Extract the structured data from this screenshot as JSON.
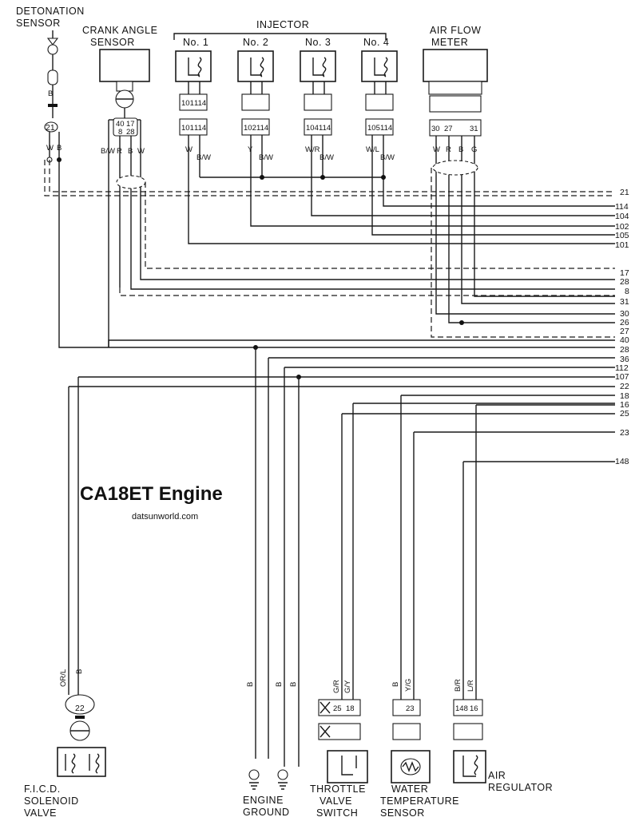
{
  "title": "CA18ET Engine",
  "website": "datsunworld.com",
  "components": {
    "detonation_sensor": [
      "DETONATION",
      "SENSOR"
    ],
    "crank_angle_sensor": [
      "CRANK ANGLE",
      "SENSOR"
    ],
    "injector": "INJECTOR",
    "injector_numbers": [
      "No. 1",
      "No. 2",
      "No. 3",
      "No. 4"
    ],
    "air_flow_meter": [
      "AIR FLOW",
      "METER"
    ],
    "ficd_solenoid_valve": [
      "F.I.C.D.",
      "SOLENOID",
      "VALVE"
    ],
    "engine_ground": [
      "ENGINE",
      "GROUND"
    ],
    "throttle_valve_switch": [
      "THROTTLE",
      "VALVE",
      "SWITCH"
    ],
    "water_temperature_sensor": [
      "WATER",
      "TEMPERATURE",
      "SENSOR"
    ],
    "air_regulator": [
      "AIR",
      "REGULATOR"
    ]
  },
  "connector_pins": {
    "detonation": "21",
    "crank_angle": [
      "40",
      "17",
      "8",
      "28"
    ],
    "injector_upper": [
      [
        "101",
        "114"
      ],
      [
        "",
        ""
      ],
      [
        "",
        ""
      ],
      [
        "",
        ""
      ]
    ],
    "injector_lower": [
      [
        "101",
        "114"
      ],
      [
        "102",
        "114"
      ],
      [
        "104",
        "114"
      ],
      [
        "105",
        "114"
      ]
    ],
    "air_flow_meter": [
      "30",
      "27",
      "",
      "31"
    ],
    "ficd": "22",
    "throttle_valve_switch": [
      "25",
      "18"
    ],
    "water_temperature_sensor": "23",
    "air_regulator": [
      "148",
      "16"
    ]
  },
  "wire_colors": {
    "detonation": [
      "B",
      "W",
      "B"
    ],
    "crank_angle": [
      "B/W",
      "R",
      "B",
      "W"
    ],
    "injectors": [
      [
        "W",
        "B/W"
      ],
      [
        "Y",
        "B/W"
      ],
      [
        "W/R",
        "B/W"
      ],
      [
        "W/L",
        "B/W"
      ]
    ],
    "air_flow_meter": [
      "W",
      "R",
      "B",
      "G"
    ],
    "ficd": [
      "OR/L",
      "B"
    ],
    "engine_ground": [
      "B",
      "B",
      "B"
    ],
    "throttle_valve_switch": [
      "G/R",
      "G/Y"
    ],
    "water_temperature_sensor": [
      "B",
      "Y/G"
    ],
    "air_regulator": [
      "B/R",
      "L/R"
    ]
  },
  "ecu_terminals": [
    "21",
    "114",
    "104",
    "102",
    "105",
    "101",
    "17",
    "28",
    "8",
    "31",
    "30",
    "26",
    "27",
    "40",
    "28",
    "36",
    "112",
    "107",
    "22",
    "18",
    "16",
    "25",
    "23",
    "148"
  ]
}
